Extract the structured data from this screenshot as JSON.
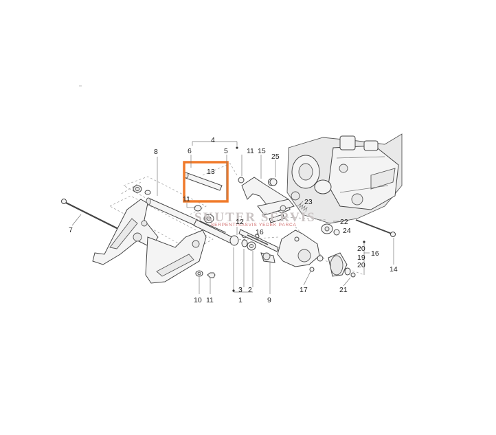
{
  "diagram": {
    "labels": [
      "1",
      "2",
      "3",
      "4",
      "5",
      "6",
      "7",
      "8",
      "9",
      "10",
      "11",
      "11",
      "11",
      "12",
      "13",
      "14",
      "15",
      "16",
      "17",
      "18",
      "19",
      "20",
      "20",
      "21",
      "22",
      "23",
      "24",
      "25"
    ],
    "highlight_color": "#f07a2a",
    "watermark": {
      "title": "SKUTER SERVIS",
      "subtitle": "SERPENTINASVIS YEDEK PARCA"
    }
  }
}
